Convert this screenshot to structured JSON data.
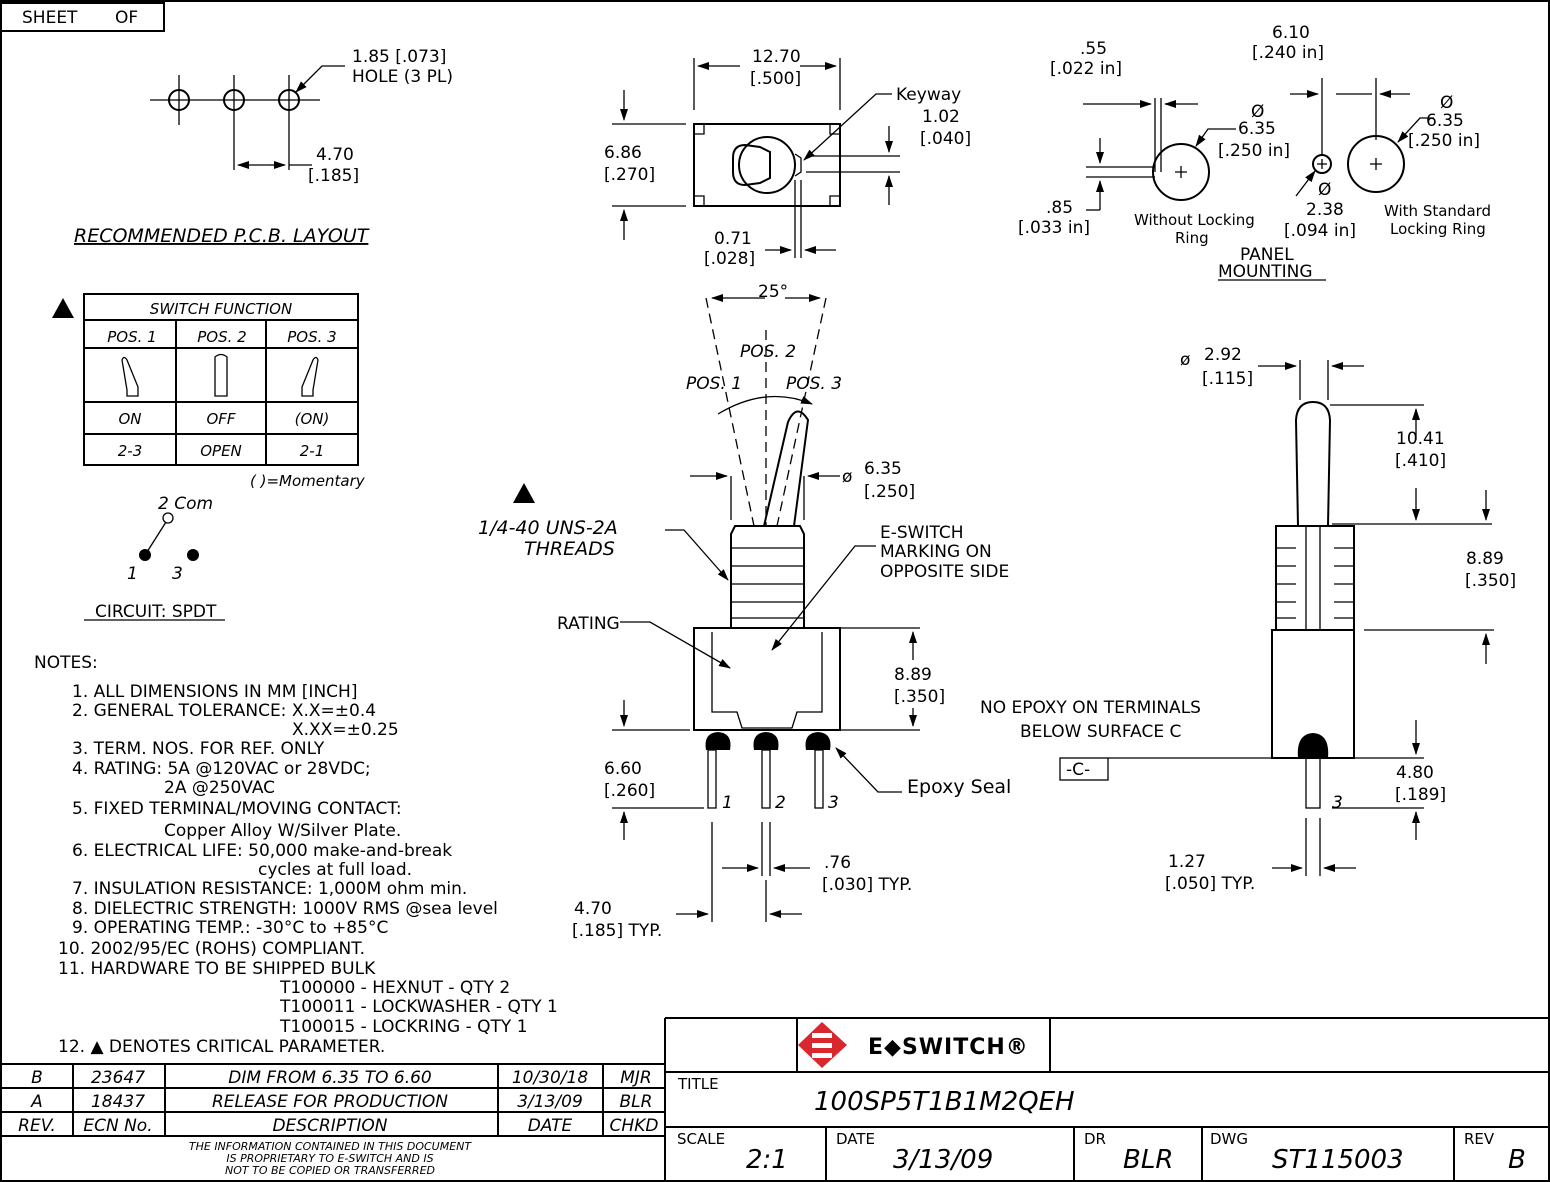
{
  "sheet": {
    "label": "SHEET",
    "of": "OF"
  },
  "pcb": {
    "hole": [
      "1.85 [.073]",
      "HOLE (3 PL)"
    ],
    "pitch": [
      "4.70",
      "[.185]"
    ],
    "title": "RECOMMENDED P.C.B. LAYOUT"
  },
  "switch_function": {
    "title": "SWITCH FUNCTION",
    "positions": [
      "POS. 1",
      "POS. 2",
      "POS. 3"
    ],
    "states": [
      "ON",
      "OFF",
      "(ON)"
    ],
    "connections": [
      "2-3",
      "OPEN",
      "2-1"
    ],
    "footnote": "( )=Momentary"
  },
  "circuit": {
    "com": "2 Com",
    "t1": "1",
    "t3": "3",
    "label": "CIRCUIT: SPDT"
  },
  "notes": {
    "heading": "NOTES:",
    "lines": [
      "1. ALL DIMENSIONS IN MM [INCH]",
      "2. GENERAL TOLERANCE: X.X=±0.4",
      "X.XX=±0.25",
      "3. TERM. NOS. FOR REF. ONLY",
      "4. RATING: 5A @120VAC or 28VDC;",
      "2A @250VAC",
      "5. FIXED TERMINAL/MOVING CONTACT:",
      "Copper Alloy W/Silver Plate.",
      "6. ELECTRICAL LIFE: 50,000 make-and-break",
      "cycles at full load.",
      "7. INSULATION RESISTANCE: 1,000M ohm min.",
      "8. DIELECTRIC STRENGTH: 1000V RMS @sea level",
      "9. OPERATING TEMP.: -30°C to +85°C",
      "10. 2002/95/EC (ROHS) COMPLIANT.",
      "11. HARDWARE TO BE SHIPPED BULK",
      "T100000 - HEXNUT - QTY 2",
      "T100011 - LOCKWASHER - QTY 1",
      "T100015 - LOCKRING - QTY 1",
      "12. ▲ DENOTES CRITICAL PARAMETER."
    ]
  },
  "top_view": {
    "width": [
      "12.70",
      "[.500]"
    ],
    "height": [
      "6.86",
      "[.270]"
    ],
    "keyway": "Keyway",
    "keyway_dim": [
      "1.02",
      "[.040]"
    ],
    "offset": [
      "0.71",
      "[.028]"
    ]
  },
  "panel": {
    "d1": [
      ".55",
      "[.022 in]"
    ],
    "d2": [
      "6.10",
      "[.240 in]"
    ],
    "d3": [
      "Ø",
      "6.35",
      "[.250 in]"
    ],
    "d4": [
      "Ø",
      "6.35",
      "[.250 in]"
    ],
    "d5": [
      ".85",
      "[.033 in]"
    ],
    "d6": [
      "Ø",
      "2.38",
      "[.094 in]"
    ],
    "without": [
      "Without Locking",
      "Ring"
    ],
    "with": [
      "With Standard",
      "Locking Ring"
    ],
    "title": [
      "PANEL",
      "MOUNTING"
    ]
  },
  "front_view": {
    "angle": "25°",
    "pos1": "POS. 1",
    "pos2": "POS. 2",
    "pos3": "POS. 3",
    "bushing_dia": [
      "ø",
      "6.35",
      "[.250]"
    ],
    "threads": [
      "1/4-40 UNS-2A",
      "THREADS"
    ],
    "marking": [
      "E-SWITCH",
      "MARKING ON",
      "OPPOSITE SIDE"
    ],
    "rating": "RATING",
    "body_h": [
      "8.89",
      "[.350]"
    ],
    "term_len": [
      "6.60",
      "[.260]"
    ],
    "term_nums": [
      "1",
      "2",
      "3"
    ],
    "epoxy": "Epoxy Seal",
    "term_w": [
      ".76",
      "[.030] TYP."
    ],
    "pitch": [
      "4.70",
      "[.185] TYP."
    ]
  },
  "side_view": {
    "lever_dia": [
      "ø",
      "2.92",
      "[.115]"
    ],
    "lever_len": [
      "10.41",
      "[.410]"
    ],
    "bushing": [
      "8.89",
      "[.350]"
    ],
    "no_epoxy": [
      "NO EPOXY ON TERMINALS",
      "BELOW SURFACE C"
    ],
    "datum": "-C-",
    "term_len": [
      "4.80",
      "[.189]"
    ],
    "term_num": "3",
    "term_w": [
      "1.27",
      "[.050] TYP."
    ]
  },
  "revisions": {
    "rows": [
      {
        "rev": "B",
        "ecn": "23647",
        "desc": "DIM FROM 6.35 TO 6.60",
        "date": "10/30/18",
        "chkd": "MJR"
      },
      {
        "rev": "A",
        "ecn": "18437",
        "desc": "RELEASE FOR PRODUCTION",
        "date": "3/13/09",
        "chkd": "BLR"
      }
    ],
    "headers": {
      "rev": "REV.",
      "ecn": "ECN No.",
      "desc": "DESCRIPTION",
      "date": "DATE",
      "chkd": "CHKD"
    },
    "disclaimer": [
      "THE INFORMATION CONTAINED IN THIS DOCUMENT",
      "IS PROPRIETARY TO E-SWITCH AND IS",
      "NOT TO BE COPIED OR TRANSFERRED"
    ]
  },
  "title_block": {
    "brand": "E◆SWITCH®",
    "title_label": "TITLE",
    "title": "100SP5T1B1M2QEH",
    "scale_label": "SCALE",
    "scale": "2:1",
    "date_label": "DATE",
    "date": "3/13/09",
    "dr_label": "DR",
    "dr": "BLR",
    "dwg_label": "DWG",
    "dwg": "ST115003",
    "rev_label": "REV",
    "rev": "B"
  }
}
